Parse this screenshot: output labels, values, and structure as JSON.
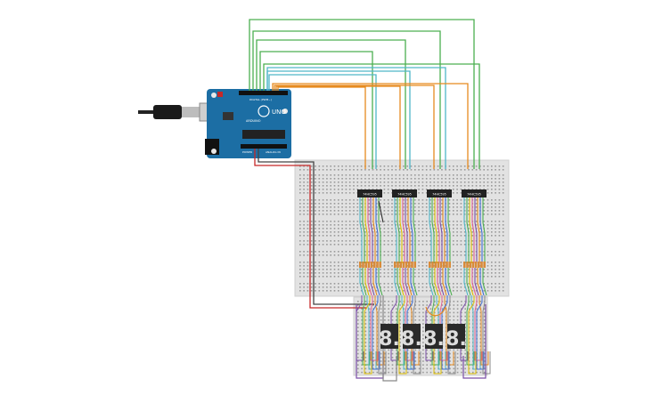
{
  "board": {
    "brand_label": "UNO",
    "logo_label": "ARDUINO",
    "digital_label": "DIGITAL (PWM~)",
    "analog_label": "ANALOG IN",
    "power_label": "POWER"
  },
  "chips": [
    {
      "label": "74HC595"
    },
    {
      "label": "74HC595"
    },
    {
      "label": "74HC595"
    },
    {
      "label": "74HC595"
    }
  ],
  "displays": [
    {
      "digit": "8."
    },
    {
      "digit": "8."
    },
    {
      "digit": "8."
    },
    {
      "digit": "8."
    }
  ],
  "wire_colors": {
    "green": "#4caf50",
    "cyan": "#4fb6c8",
    "orange": "#e68a1f",
    "red": "#c62828",
    "purple": "#7b4fa8",
    "yellow": "#e0c000",
    "pink": "#e06090",
    "blue": "#3f6fd6",
    "gray": "#888888"
  },
  "colors": {
    "board_blue": "#1c6ea4",
    "breadboard": "#e0e0e0",
    "chip": "#222222",
    "display": "#2a2a2a",
    "segment_off": "#555555"
  }
}
